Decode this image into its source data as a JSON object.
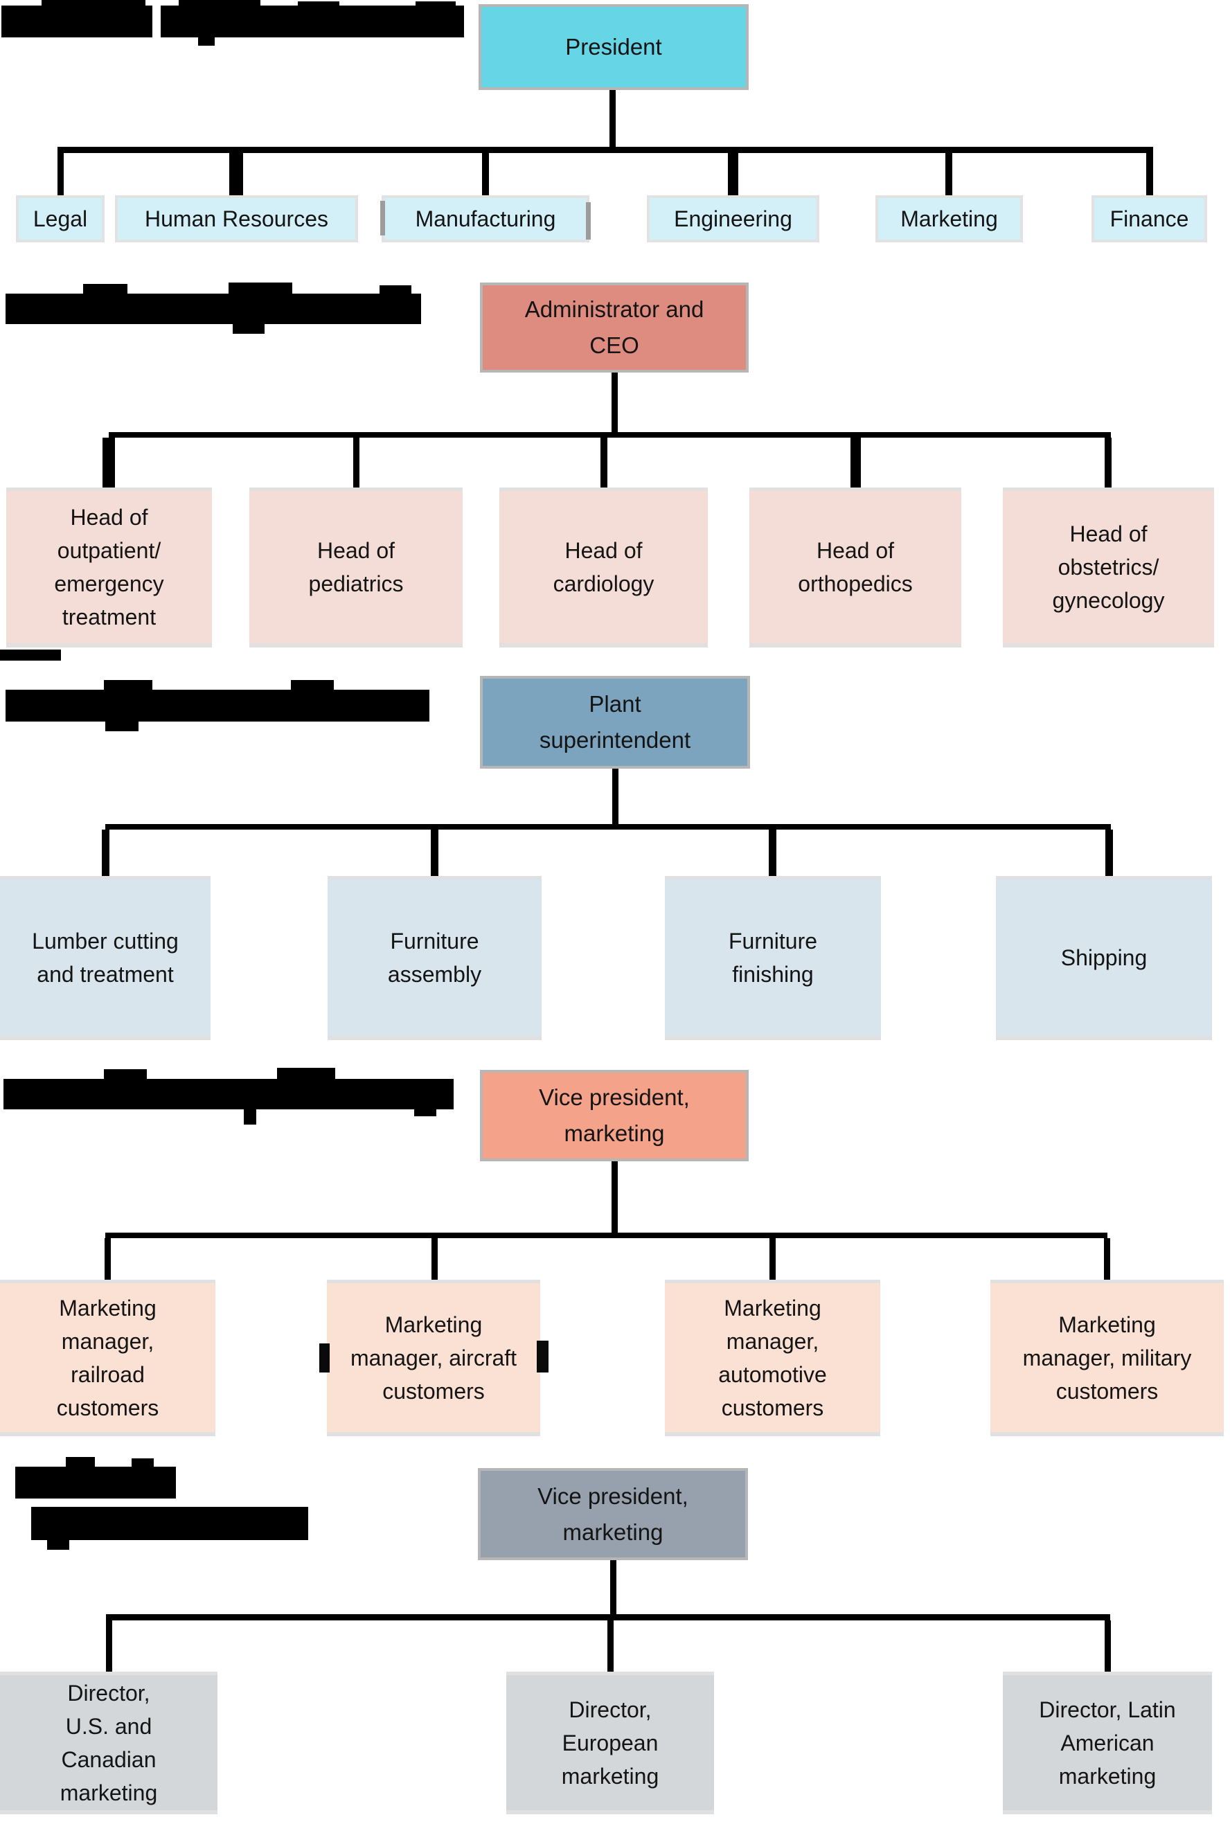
{
  "figure": {
    "description": "Organizational chart figure with five departmentalization examples; section headings are blacked out (redacted)"
  },
  "colors": {
    "background": "#ffffff",
    "connector_line": "#000000",
    "redaction": "#000000",
    "box_border_gray": "#b6b6b6",
    "president_fill": "#66d5e5",
    "department_fill": "#d3eff7",
    "ceo_fill": "#de8b80",
    "medical_fill": "#f4ddd7",
    "plant_fill": "#7ca4bf",
    "process_fill": "#d9e5ec",
    "vp_marketing_fill": "#f4a289",
    "customer_fill": "#fbe0d4",
    "vp_geographic_fill": "#97a1ad",
    "director_fill": "#d4d7d9"
  },
  "sections": [
    {
      "name": "functional-departmentalization",
      "heading": {
        "redacted": true
      },
      "parent": {
        "label": "President",
        "lines": [
          "President"
        ]
      },
      "children": [
        {
          "label": "Legal",
          "lines": [
            "Legal"
          ]
        },
        {
          "label": "Human Resources",
          "lines": [
            "Human Resources"
          ]
        },
        {
          "label": "Manufacturing",
          "lines": [
            "Manufacturing"
          ]
        },
        {
          "label": "Engineering",
          "lines": [
            "Engineering"
          ]
        },
        {
          "label": "Marketing",
          "lines": [
            "Marketing"
          ]
        },
        {
          "label": "Finance",
          "lines": [
            "Finance"
          ]
        }
      ]
    },
    {
      "name": "product-departmentalization",
      "heading": {
        "redacted": true
      },
      "parent": {
        "label": "Administrator and CEO",
        "lines": [
          "Administrator and",
          "CEO"
        ]
      },
      "children": [
        {
          "label": "Head of outpatient/ emergency treatment",
          "lines": [
            "Head of",
            "outpatient/",
            "emergency",
            "treatment"
          ]
        },
        {
          "label": "Head of pediatrics",
          "lines": [
            "Head of",
            "pediatrics"
          ]
        },
        {
          "label": "Head of cardiology",
          "lines": [
            "Head of",
            "cardiology"
          ]
        },
        {
          "label": "Head of orthopedics",
          "lines": [
            "Head of",
            "orthopedics"
          ]
        },
        {
          "label": "Head of obstetrics/ gynecology",
          "lines": [
            "Head of",
            "obstetrics/",
            "gynecology"
          ]
        }
      ]
    },
    {
      "name": "process-departmentalization",
      "heading": {
        "redacted": true
      },
      "parent": {
        "label": "Plant superintendent",
        "lines": [
          "Plant",
          "superintendent"
        ]
      },
      "children": [
        {
          "label": "Lumber cutting and treatment",
          "lines": [
            "Lumber cutting",
            "and treatment"
          ]
        },
        {
          "label": "Furniture assembly",
          "lines": [
            "Furniture",
            "assembly"
          ]
        },
        {
          "label": "Furniture finishing",
          "lines": [
            "Furniture",
            "finishing"
          ]
        },
        {
          "label": "Shipping",
          "lines": [
            "Shipping"
          ]
        }
      ]
    },
    {
      "name": "customer-departmentalization",
      "heading": {
        "redacted": true
      },
      "parent": {
        "label": "Vice president, marketing",
        "lines": [
          "Vice president,",
          "marketing"
        ]
      },
      "children": [
        {
          "label": "Marketing manager, railroad customers",
          "lines": [
            "Marketing",
            "manager,",
            "railroad",
            "customers"
          ]
        },
        {
          "label": "Marketing manager, aircraft customers",
          "lines": [
            "Marketing",
            "manager, aircraft",
            "customers"
          ],
          "redaction_marks": true
        },
        {
          "label": "Marketing manager, automotive customers",
          "lines": [
            "Marketing",
            "manager,",
            "automotive",
            "customers"
          ]
        },
        {
          "label": "Marketing manager, military customers",
          "lines": [
            "Marketing",
            "manager, military",
            "customers"
          ]
        }
      ]
    },
    {
      "name": "geographic-departmentalization",
      "heading": {
        "redacted": true
      },
      "parent": {
        "label": "Vice president, marketing",
        "lines": [
          "Vice president,",
          "marketing"
        ]
      },
      "children": [
        {
          "label": "Director, U.S. and Canadian marketing",
          "lines": [
            "Director,",
            "U.S. and",
            "Canadian",
            "marketing"
          ]
        },
        {
          "label": "Director, European marketing",
          "lines": [
            "Director,",
            "European",
            "marketing"
          ]
        },
        {
          "label": "Director, Latin American marketing",
          "lines": [
            "Director, Latin",
            "American",
            "marketing"
          ]
        }
      ]
    }
  ]
}
